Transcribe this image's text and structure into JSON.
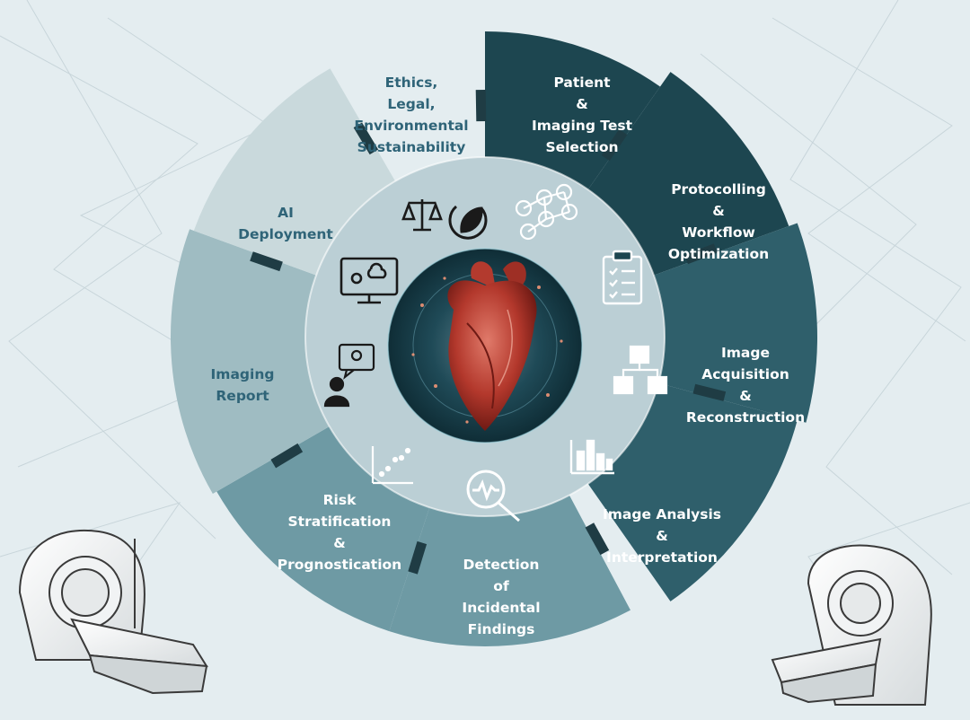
{
  "colors": {
    "background": "#e4edf0",
    "ring_light": "#c9d9dc",
    "ring_mid": "#9fbcc2",
    "ring_teal": "#6e9aa4",
    "ring_dark": "#2f5f6b",
    "ring_darkest": "#1d4650",
    "label_dark_text": "#2f6478",
    "label_light_text": "#ffffff"
  },
  "segments": [
    {
      "id": "ethics",
      "lines": [
        "Ethics,",
        "Legal,",
        "Environmental",
        "Sustainability"
      ],
      "icons": [
        "scales-icon",
        "eco-power-icon"
      ]
    },
    {
      "id": "patient",
      "lines": [
        "Patient",
        "&",
        "Imaging Test",
        "Selection"
      ],
      "icons": [
        "network-people-icon"
      ]
    },
    {
      "id": "protocolling",
      "lines": [
        "Protocolling",
        "&",
        "Workflow",
        "Optimization"
      ],
      "icons": [
        "clipboard-checklist-icon"
      ]
    },
    {
      "id": "acquisition",
      "lines": [
        "Image",
        "Acquisition",
        "&",
        "Reconstruction"
      ],
      "icons": [
        "cubes-workflow-icon"
      ]
    },
    {
      "id": "analysis",
      "lines": [
        "Image Analysis",
        "&",
        "Interpretation"
      ],
      "icons": [
        "bar-chart-icon"
      ]
    },
    {
      "id": "detection",
      "lines": [
        "Detection",
        "of",
        "Incidental",
        "Findings"
      ],
      "icons": [
        "magnifier-waveform-icon"
      ]
    },
    {
      "id": "risk",
      "lines": [
        "Risk",
        "Stratification",
        "&",
        "Prognostication"
      ],
      "icons": [
        "scatter-plot-icon"
      ]
    },
    {
      "id": "report",
      "lines": [
        "Imaging",
        "Report"
      ],
      "icons": [
        "person-idea-icon"
      ]
    },
    {
      "id": "deployment",
      "lines": [
        "AI",
        "Deployment"
      ],
      "icons": [
        "monitor-cloud-icon"
      ]
    }
  ],
  "center": {
    "icon": "heart-icon"
  },
  "decor": {
    "left": "ct-scanner-illustration",
    "right": "ct-scanner-illustration"
  }
}
